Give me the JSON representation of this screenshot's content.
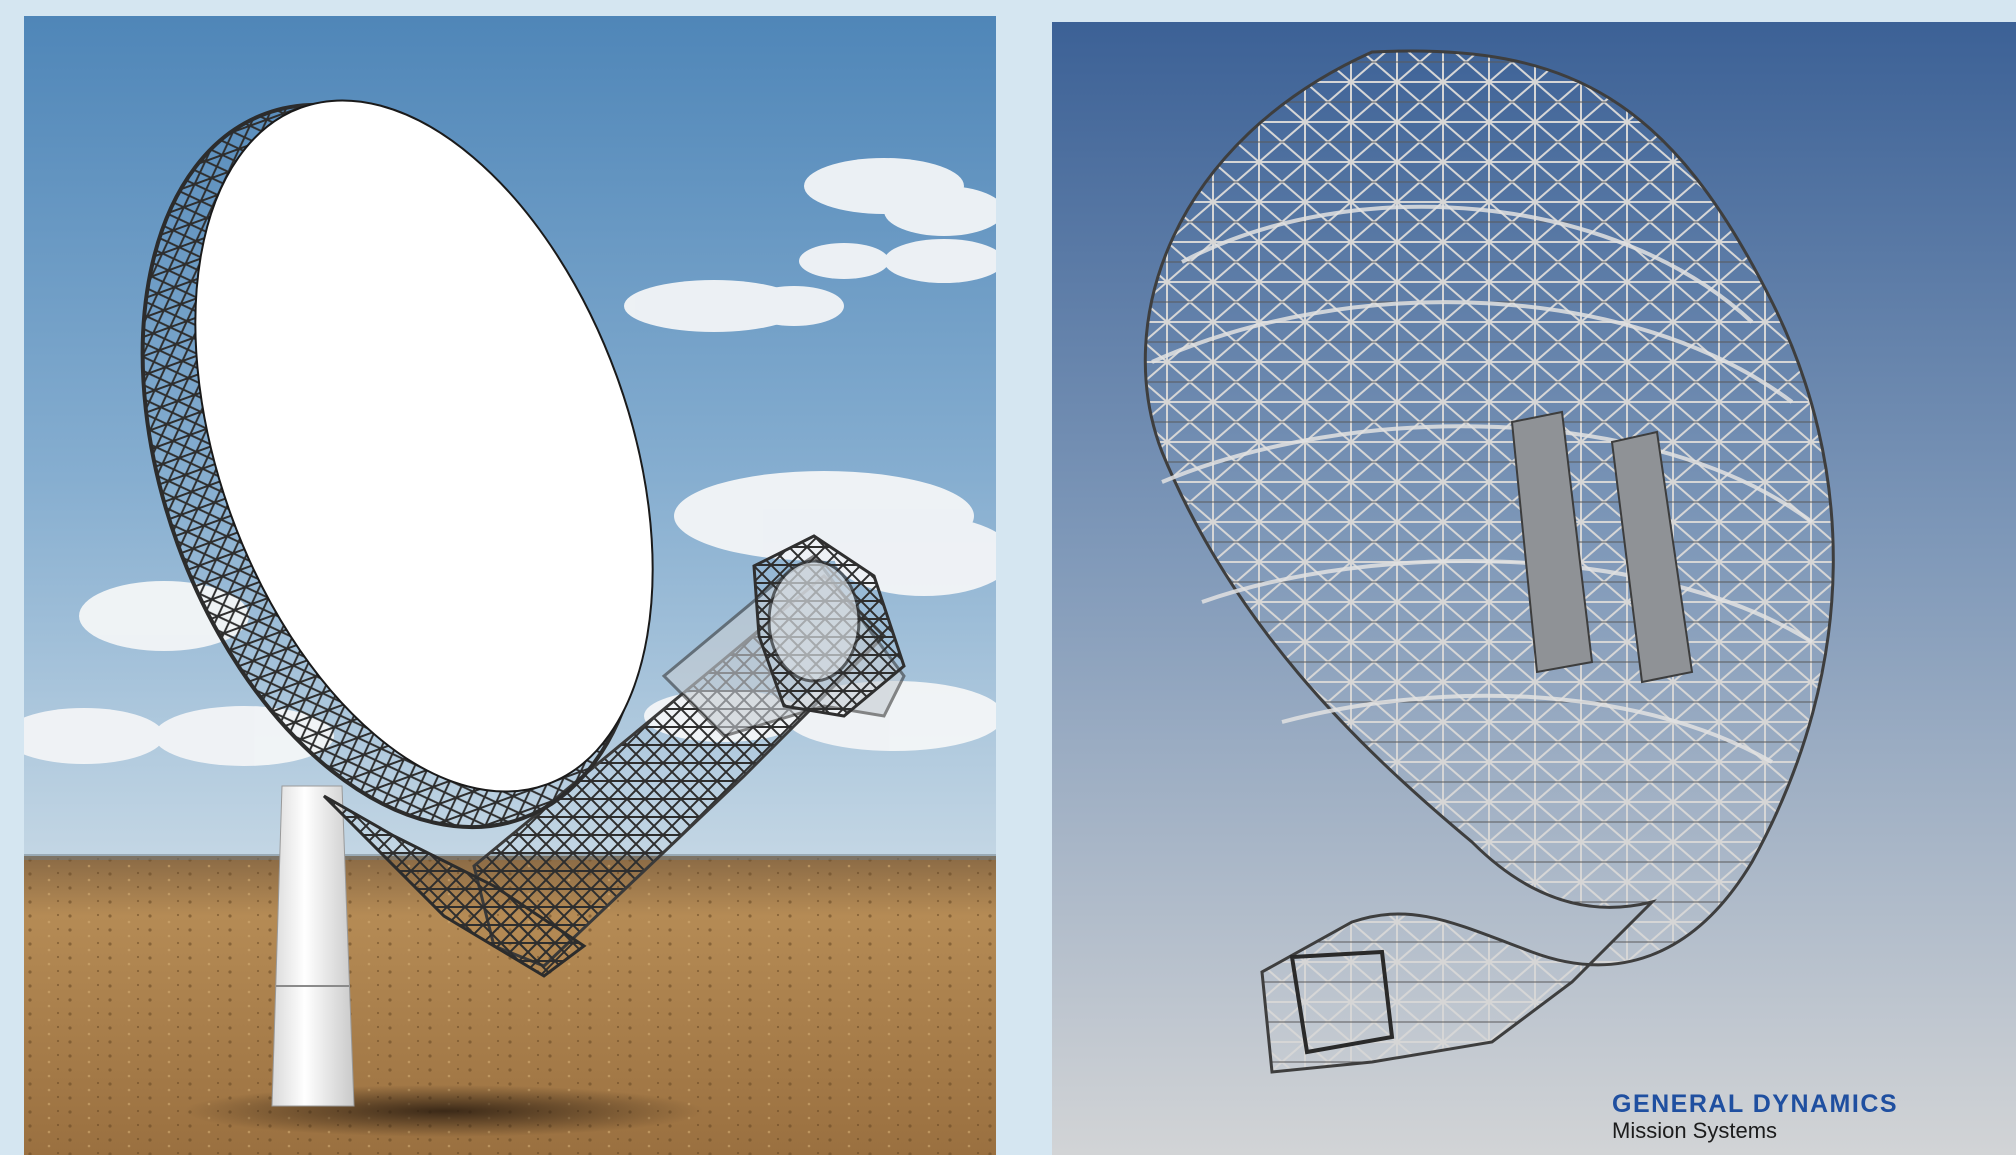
{
  "colors": {
    "page_background": "#d5e6f1",
    "sky_top": "#4f86b8",
    "sky_bottom": "#c3d6e4",
    "ground_light": "#b58b55",
    "ground_dark": "#7a5730",
    "dish_face": "#ffffff",
    "truss": "#4a4a4a",
    "cad_background_top": "#3c6196",
    "cad_background_bottom": "#d2d4d6",
    "cad_truss": "#c9c9c9",
    "brand_text": "#1f4fa0",
    "brand_subtext": "#1c1c1c"
  },
  "left_image": {
    "icon": "radio-telescope-dish-render"
  },
  "right_image": {
    "icon": "dish-backing-structure-wireframe",
    "brand": {
      "name": "GENERAL DYNAMICS",
      "subtitle": "Mission Systems"
    }
  }
}
